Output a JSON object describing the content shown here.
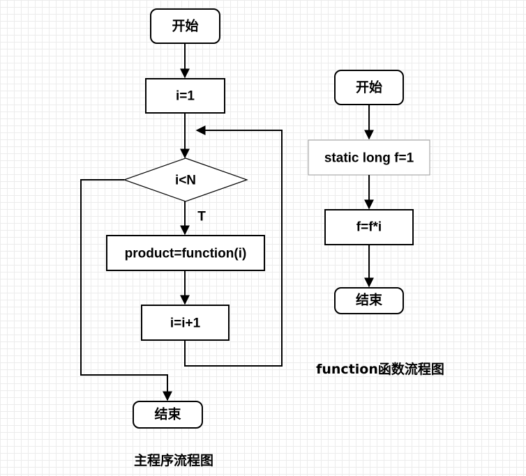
{
  "main_flow": {
    "caption": "主程序流程图",
    "start": "开始",
    "init": "i=1",
    "condition": "i<N",
    "true_label": "T",
    "call": "product=function(i)",
    "increment": "i=i+1",
    "end": "结束"
  },
  "function_flow": {
    "caption": "function函数流程图",
    "start": "开始",
    "declare": "static long f=1",
    "multiply": "f=f*i",
    "end": "结束"
  },
  "colors": {
    "stroke": "#000000",
    "declare_border": "#999999",
    "grid": "#ececec"
  }
}
